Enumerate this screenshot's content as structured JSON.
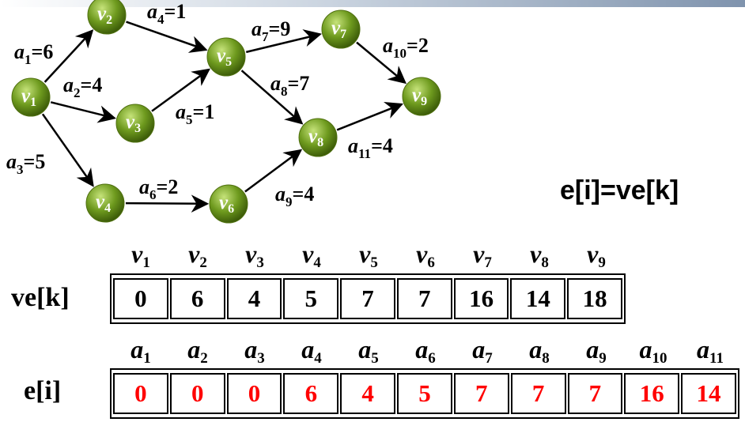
{
  "graph": {
    "nodes": [
      {
        "id": "v1",
        "letter": "v",
        "sub": "1"
      },
      {
        "id": "v2",
        "letter": "v",
        "sub": "2"
      },
      {
        "id": "v3",
        "letter": "v",
        "sub": "3"
      },
      {
        "id": "v4",
        "letter": "v",
        "sub": "4"
      },
      {
        "id": "v5",
        "letter": "v",
        "sub": "5"
      },
      {
        "id": "v6",
        "letter": "v",
        "sub": "6"
      },
      {
        "id": "v7",
        "letter": "v",
        "sub": "7"
      },
      {
        "id": "v8",
        "letter": "v",
        "sub": "8"
      },
      {
        "id": "v9",
        "letter": "v",
        "sub": "9"
      }
    ],
    "edges": [
      {
        "name": "a",
        "sub": "1",
        "weight": "6",
        "from": "v1",
        "to": "v2"
      },
      {
        "name": "a",
        "sub": "2",
        "weight": "4",
        "from": "v1",
        "to": "v3"
      },
      {
        "name": "a",
        "sub": "3",
        "weight": "5",
        "from": "v1",
        "to": "v4"
      },
      {
        "name": "a",
        "sub": "4",
        "weight": "1",
        "from": "v2",
        "to": "v5"
      },
      {
        "name": "a",
        "sub": "5",
        "weight": "1",
        "from": "v3",
        "to": "v5"
      },
      {
        "name": "a",
        "sub": "6",
        "weight": "2",
        "from": "v4",
        "to": "v6"
      },
      {
        "name": "a",
        "sub": "7",
        "weight": "9",
        "from": "v5",
        "to": "v7"
      },
      {
        "name": "a",
        "sub": "8",
        "weight": "7",
        "from": "v5",
        "to": "v8"
      },
      {
        "name": "a",
        "sub": "9",
        "weight": "4",
        "from": "v6",
        "to": "v8"
      },
      {
        "name": "a",
        "sub": "10",
        "weight": "2",
        "from": "v7",
        "to": "v9"
      },
      {
        "name": "a",
        "sub": "11",
        "weight": "4",
        "from": "v8",
        "to": "v9"
      }
    ],
    "node_color": "#6e9a1e"
  },
  "formula": "e[i]=ve[k]",
  "ve_table": {
    "label": "ve[k]",
    "headers": [
      {
        "letter": "v",
        "sub": "1"
      },
      {
        "letter": "v",
        "sub": "2"
      },
      {
        "letter": "v",
        "sub": "3"
      },
      {
        "letter": "v",
        "sub": "4"
      },
      {
        "letter": "v",
        "sub": "5"
      },
      {
        "letter": "v",
        "sub": "6"
      },
      {
        "letter": "v",
        "sub": "7"
      },
      {
        "letter": "v",
        "sub": "8"
      },
      {
        "letter": "v",
        "sub": "9"
      }
    ],
    "values": [
      "0",
      "6",
      "4",
      "5",
      "7",
      "7",
      "16",
      "14",
      "18"
    ],
    "color": "#000000"
  },
  "e_table": {
    "label": "e[i]",
    "headers": [
      {
        "letter": "a",
        "sub": "1"
      },
      {
        "letter": "a",
        "sub": "2"
      },
      {
        "letter": "a",
        "sub": "3"
      },
      {
        "letter": "a",
        "sub": "4"
      },
      {
        "letter": "a",
        "sub": "5"
      },
      {
        "letter": "a",
        "sub": "6"
      },
      {
        "letter": "a",
        "sub": "7"
      },
      {
        "letter": "a",
        "sub": "8"
      },
      {
        "letter": "a",
        "sub": "9"
      },
      {
        "letter": "a",
        "sub": "10"
      },
      {
        "letter": "a",
        "sub": "11"
      }
    ],
    "values": [
      "0",
      "0",
      "0",
      "6",
      "4",
      "5",
      "7",
      "7",
      "7",
      "16",
      "14"
    ],
    "color": "#ff0000"
  }
}
